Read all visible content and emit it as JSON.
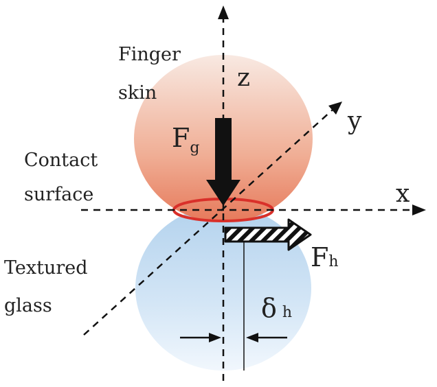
{
  "labels": {
    "finger_line1": "Finger",
    "finger_line2": "skin",
    "contact_line1": "Contact",
    "contact_line2": "surface",
    "textured_line1": "Textured",
    "textured_line2": "glass"
  },
  "axes": {
    "z": "z",
    "y": "y",
    "x": "x"
  },
  "forces": {
    "fg_main": "F",
    "fg_sub": "g",
    "fh_main": "F",
    "fh_sub": "h"
  },
  "displacement": {
    "delta_main": "δ",
    "delta_sub": "h"
  },
  "colors": {
    "finger_top": "#f7e3da",
    "finger_bottom": "#e9825e",
    "glass_top": "#b6d4ee",
    "glass_bottom": "#eef5fc",
    "contact_ellipse": "#d9302a",
    "ink": "#111111"
  }
}
